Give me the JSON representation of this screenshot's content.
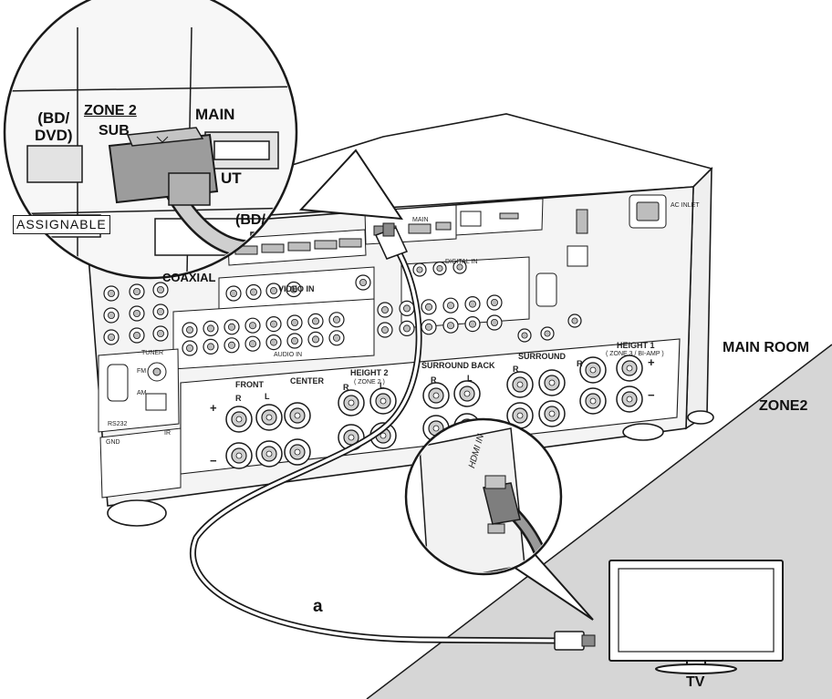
{
  "rooms": {
    "main": "MAIN ROOM",
    "zone2": "ZONE2"
  },
  "cable_label": "a",
  "tv_label": "TV",
  "tv_port_label": "HDMI IN",
  "zoom_labels": {
    "bd_dvd": "(BD/\nDVD)",
    "zone2": "ZONE 2",
    "sub": "SUB",
    "main": "MAIN",
    "out": "UT",
    "assignable": "ASSIGNABLE",
    "coaxial": "COAXIAL",
    "bd_partial": "(BD/"
  },
  "panel_labels": {
    "video_in": "VIDEO IN",
    "audio_in": "AUDIO IN",
    "digital_in": "DIGITAL IN",
    "tuner": "TUNER",
    "fm": "FM",
    "am": "AM",
    "rs232": "RS232",
    "front": "FRONT",
    "center": "CENTER",
    "height2": "HEIGHT 2",
    "height2_sub": "( ZONE 2 )",
    "surround_back": "SURROUND BACK",
    "surround": "SURROUND",
    "height1": "HEIGHT 1",
    "height1_sub": "( ZONE 3 / BI-AMP )",
    "ac_inlet": "AC INLET",
    "hdmi_main": "MAIN",
    "gnd": "GND",
    "ir": "IR",
    "r": "R",
    "l": "L",
    "plus": "+",
    "minus": "−"
  },
  "colors": {
    "line": "#1a1a1a",
    "zone2_fill": "#d6d6d6",
    "panel": "#f4f4f4",
    "port": "#bdbdbd"
  },
  "icons": [
    "hdmi-plug-icon",
    "hdmi-port-icon",
    "rca-jack-icon",
    "speaker-terminal-icon",
    "ac-inlet-icon",
    "tv-icon"
  ]
}
